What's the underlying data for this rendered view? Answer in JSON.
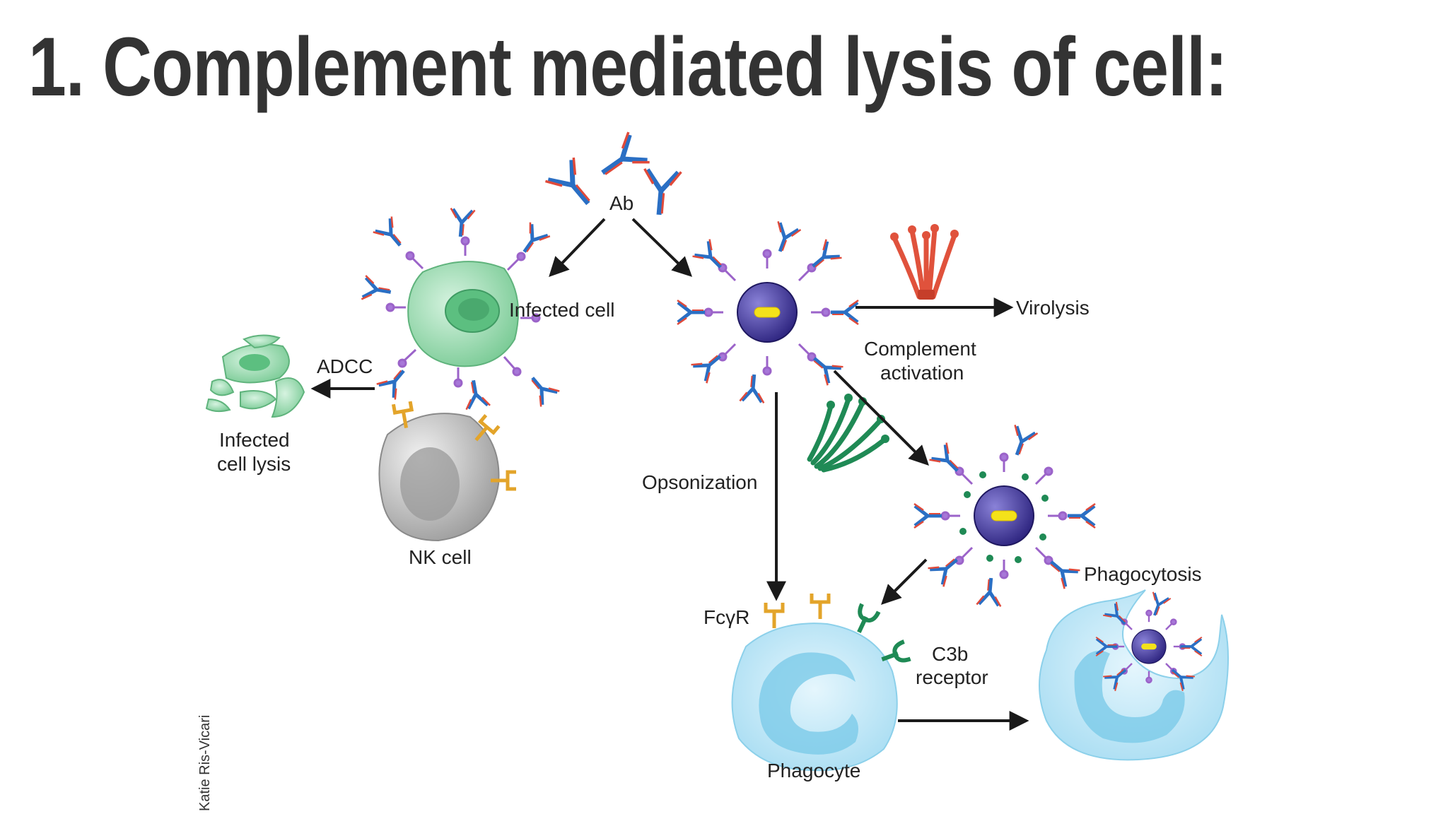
{
  "slide": {
    "title": "1. Complement mediated lysis of cell:"
  },
  "diagram": {
    "labels": {
      "ab": "Ab",
      "infected_cell": "Infected cell",
      "adcc": "ADCC",
      "infected_cell_lysis_1": "Infected",
      "infected_cell_lysis_2": "cell lysis",
      "nk_cell": "NK cell",
      "virolysis": "Virolysis",
      "complement_activation_1": "Complement",
      "complement_activation_2": "activation",
      "opsonization": "Opsonization",
      "fcgr": "FcγR",
      "c3b_receptor_1": "C3b",
      "c3b_receptor_2": "receptor",
      "phagocyte": "Phagocyte",
      "phagocytosis": "Phagocytosis",
      "credit": "Katie Ris-Vicari"
    },
    "colors": {
      "antibody_blue": "#2a6fc4",
      "antibody_red": "#e04a3a",
      "infected_cell_green": "#8fd8a8",
      "nk_cell_gray": "#bdbdbd",
      "virus_purple": "#4b3fa0",
      "virus_core_yellow": "#f4e21a",
      "fc_receptor_orange": "#e3a42a",
      "c3b_receptor_green": "#1f8a55",
      "phagocyte_blue": "#bfe6f6",
      "complement_red": "#e0523c",
      "arrow_black": "#1a1a1a"
    }
  }
}
